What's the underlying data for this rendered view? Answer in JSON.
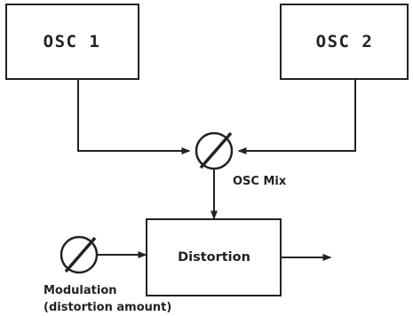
{
  "blocks": {
    "osc1": "OSC 1",
    "osc2": "OSC 2",
    "distortion": "Distortion"
  },
  "labels": {
    "osc_mix": "OSC Mix",
    "modulation_line1": "Modulation",
    "modulation_line2": "(distortion amount)"
  },
  "colors": {
    "stroke": "#222222",
    "background": "#ffffff"
  }
}
